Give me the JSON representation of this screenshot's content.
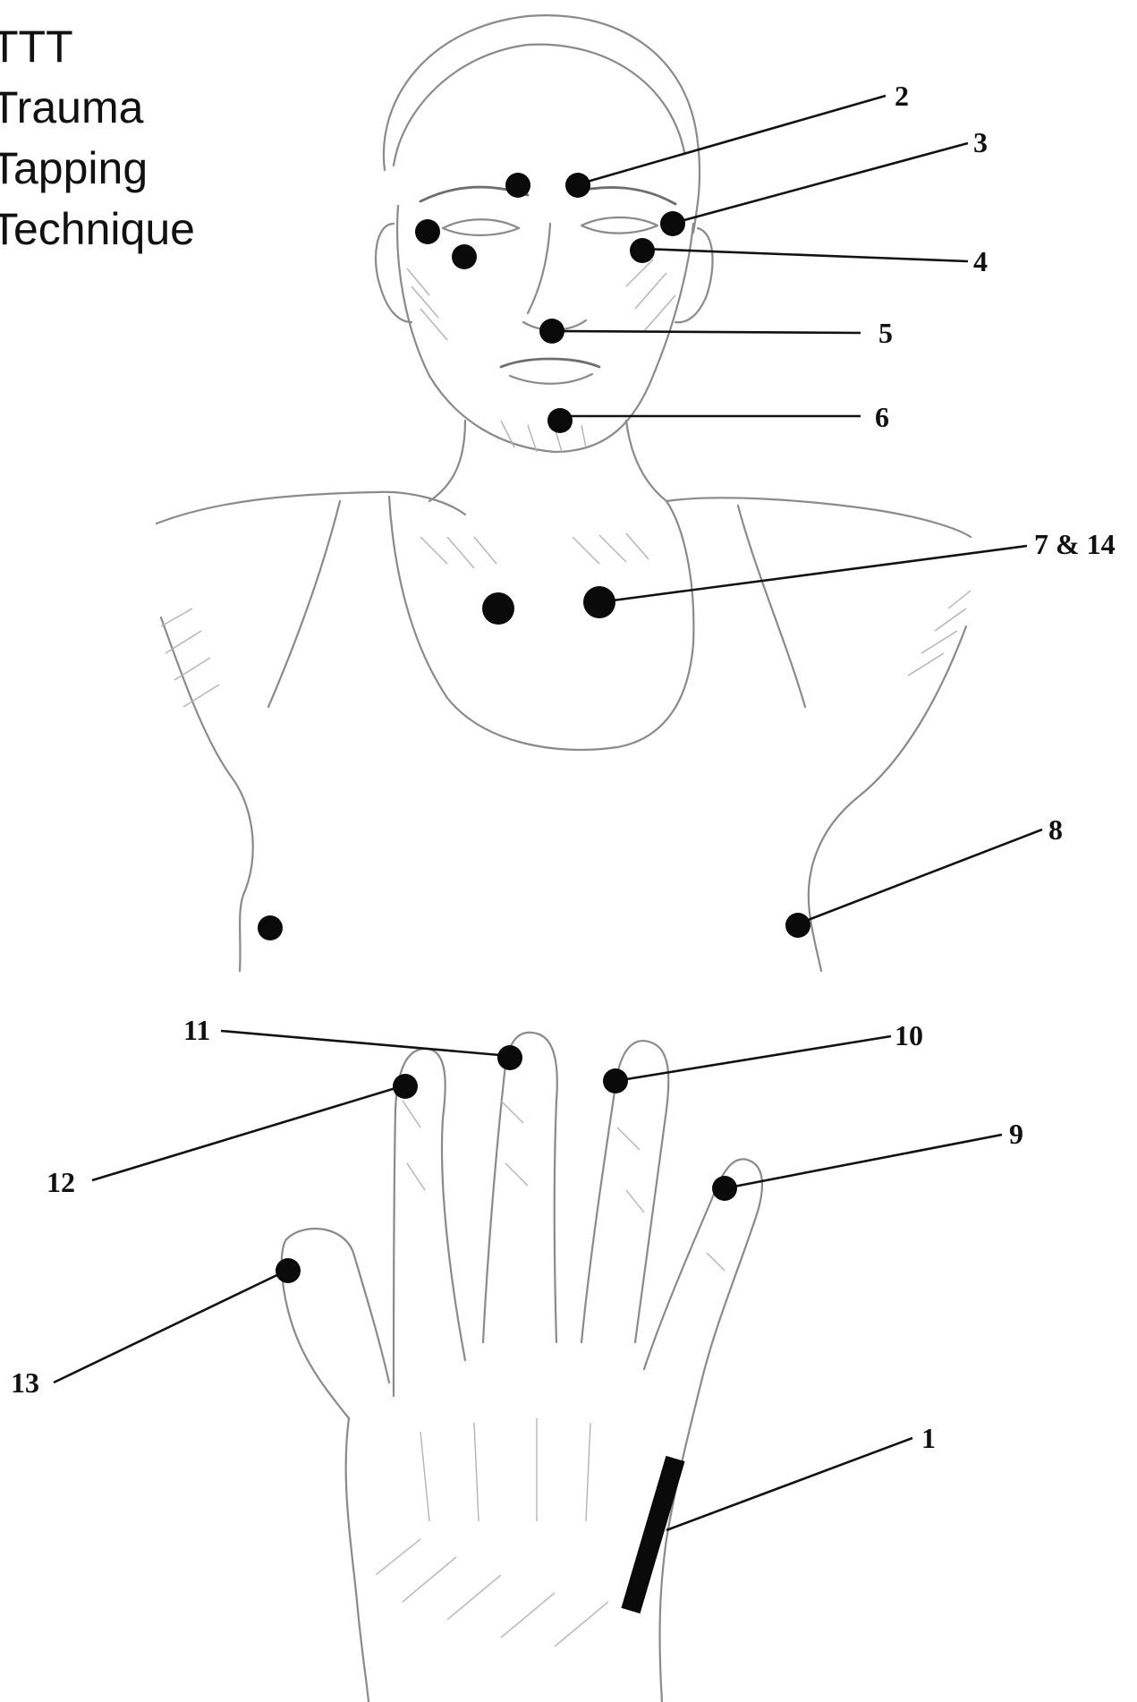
{
  "title_lines": [
    "TTT",
    "Trauma",
    "Tapping",
    "Technique"
  ],
  "figure": {
    "subject": "head-chest-and-hand-sketch",
    "point_color": "#0a0a0a",
    "points": [
      {
        "label": "1",
        "location": "side of hand"
      },
      {
        "label": "2",
        "location": "inner eyebrow"
      },
      {
        "label": "3",
        "location": "outer eye corner"
      },
      {
        "label": "4",
        "location": "under eye"
      },
      {
        "label": "5",
        "location": "under nose"
      },
      {
        "label": "6",
        "location": "chin"
      },
      {
        "label": "7 & 14",
        "location": "collarbone"
      },
      {
        "label": "8",
        "location": "under arm"
      },
      {
        "label": "9",
        "location": "little finger"
      },
      {
        "label": "10",
        "location": "ring finger"
      },
      {
        "label": "11",
        "location": "middle finger"
      },
      {
        "label": "12",
        "location": "index finger"
      },
      {
        "label": "13",
        "location": "thumb"
      }
    ]
  }
}
